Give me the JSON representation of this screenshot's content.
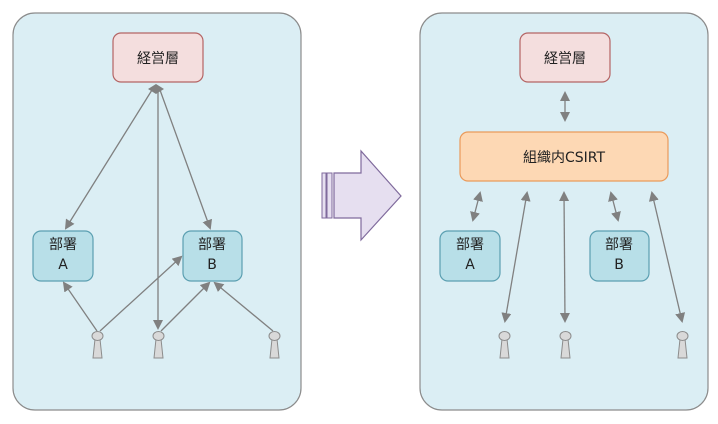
{
  "diagram": {
    "before": {
      "management_label": "経営層",
      "dept_a": [
        "部署",
        "A"
      ],
      "dept_b": [
        "部署",
        "B"
      ],
      "people_count": 3
    },
    "after": {
      "management_label": "経営層",
      "csirt_label": "組織内CSIRT",
      "dept_a": [
        "部署",
        "A"
      ],
      "dept_b": [
        "部署",
        "B"
      ],
      "people_count": 3
    },
    "transition_arrow": "right-arrow"
  },
  "colors": {
    "panel_fill": "#dbeef4",
    "panel_stroke": "#8c8c8c",
    "management_fill": "#f4dede",
    "management_stroke": "#b46464",
    "dept_fill": "#b8dfe8",
    "dept_stroke": "#5b9fb1",
    "csirt_fill": "#fdd8b4",
    "csirt_stroke": "#ea9a5a",
    "connector": "#808080",
    "person_fill": "#d9d9d9",
    "person_stroke": "#8c8c8c",
    "arrow_fill": "#e6dff0",
    "arrow_stroke": "#7f6a9c"
  }
}
